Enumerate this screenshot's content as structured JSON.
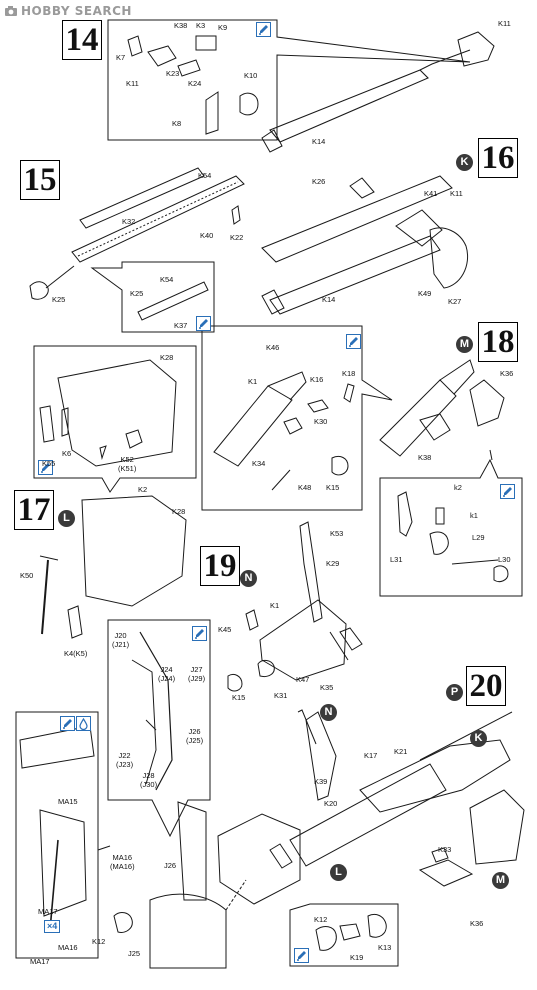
{
  "watermark": {
    "text": "HOBBY SEARCH"
  },
  "steps": [
    {
      "id": "step-14",
      "number": "14",
      "badge": ""
    },
    {
      "id": "step-15",
      "number": "15",
      "badge": ""
    },
    {
      "id": "step-16",
      "number": "16",
      "badge": "K"
    },
    {
      "id": "step-17",
      "number": "17",
      "badge": "L"
    },
    {
      "id": "step-18",
      "number": "18",
      "badge": "M"
    },
    {
      "id": "step-19",
      "number": "19",
      "badge": "N"
    },
    {
      "id": "step-20",
      "number": "20",
      "badge": "P"
    }
  ],
  "sub_badges": {
    "n": "N",
    "k": "K",
    "l": "L",
    "m": "M"
  },
  "multiplier": "×4",
  "labels": {
    "s14": [
      "K38",
      "K3",
      "K9",
      "K7",
      "K23",
      "K24",
      "K11",
      "K10",
      "K8",
      "K11",
      "K14"
    ],
    "s15": [
      "K54",
      "K32",
      "K40",
      "K22",
      "K25",
      "K25",
      "K54",
      "K37"
    ],
    "s16": [
      "K26",
      "K41",
      "K11",
      "K14",
      "K49",
      "K27"
    ],
    "s17": [
      "K28",
      "K55",
      "K6",
      "K52\n(K51)",
      "K2",
      "K28",
      "K50",
      "K4(K5)"
    ],
    "s18_left": [
      "K46",
      "K1",
      "K16",
      "K18",
      "K30",
      "K34",
      "K48",
      "K15"
    ],
    "s18_right": [
      "K36",
      "K38",
      "k2",
      "k1",
      "L29",
      "L31",
      "L30"
    ],
    "s19": [
      "K53",
      "K29",
      "K1",
      "K45",
      "K15",
      "K31",
      "K47",
      "K35"
    ],
    "s_j": [
      "J20\n(J21)",
      "J24\n(J24)",
      "J27\n(J29)",
      "J26\n(J25)",
      "J22\n(J23)",
      "J28\n(J30)"
    ],
    "s20": [
      "K17",
      "K21",
      "K39",
      "K20",
      "K33",
      "K36",
      "J26",
      "J25",
      "K12"
    ],
    "s_ma": [
      "MA15",
      "MA16\n(MA16)",
      "MA17",
      "MA16",
      "MA17"
    ],
    "s_k12": [
      "K12",
      "K13",
      "K19"
    ]
  },
  "colors": {
    "line": "#1a1a1a",
    "glue_blue": "#2a6fb7",
    "badge": "#3a3a3a"
  }
}
